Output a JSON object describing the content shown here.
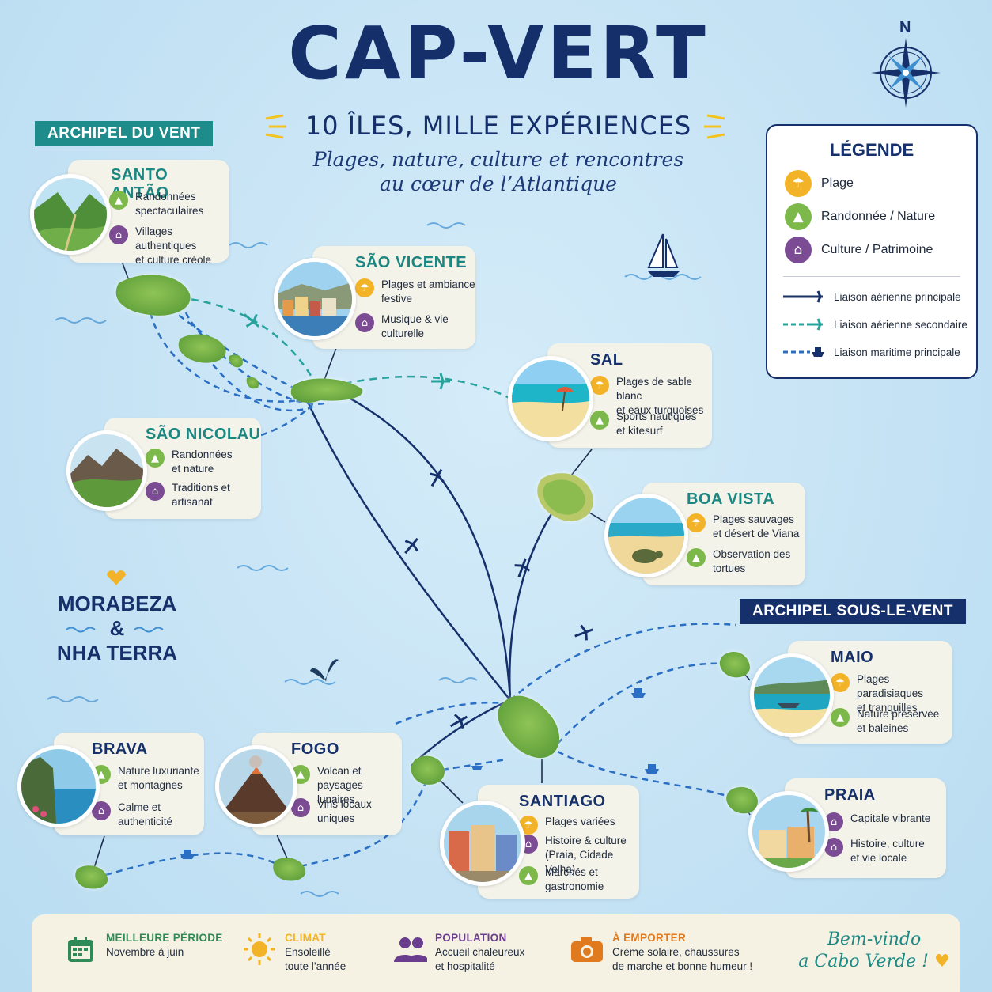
{
  "title": "CAP-VERT",
  "subtitle": "10 ÎLES, MILLE EXPÉRIENCES",
  "tagline": [
    "Plages, nature, culture et rencontres",
    "au cœur de l’Atlantique"
  ],
  "compass_label": "N",
  "archipelagos": {
    "vent": "ARCHIPEL DU VENT",
    "sotavento": "ARCHIPEL SOUS-LE-VENT"
  },
  "slogan": {
    "line1": "MORABEZA",
    "line2": "&",
    "line3": "NHA TERRA"
  },
  "legend": {
    "title": "LÉGENDE",
    "categories": [
      {
        "label": "Plage",
        "icon": "umbrella-icon",
        "color": "#f3b328"
      },
      {
        "label": "Randonnée / Nature",
        "icon": "mountain-icon",
        "color": "#7cb94a"
      },
      {
        "label": "Culture / Patrimoine",
        "icon": "museum-icon",
        "color": "#7b4c93"
      }
    ],
    "routes": [
      {
        "label": "Liaison aérienne principale",
        "style": "solid",
        "color": "#15306a",
        "icon": "plane-icon"
      },
      {
        "label": "Liaison aérienne secondaire",
        "style": "dashed",
        "color": "#26a39b",
        "icon": "plane-icon"
      },
      {
        "label": "Liaison maritime principale",
        "style": "dashed",
        "color": "#2a6fc4",
        "icon": "ferry-icon"
      }
    ]
  },
  "islands": [
    {
      "name": "SANTO ANTÃO",
      "features": [
        {
          "type": "hike",
          "text": "Randonnées\nspectaculaires"
        },
        {
          "type": "cult",
          "text": "Villages authentiques\net culture créole"
        }
      ]
    },
    {
      "name": "SÃO VICENTE",
      "features": [
        {
          "type": "beach",
          "text": "Plages et ambiance\nfestive"
        },
        {
          "type": "cult",
          "text": "Musique & vie\nculturelle"
        }
      ]
    },
    {
      "name": "SAL",
      "features": [
        {
          "type": "beach",
          "text": "Plages de sable blanc\net eaux turquoises"
        },
        {
          "type": "hike",
          "text": "Sports nautiques\net kitesurf"
        }
      ]
    },
    {
      "name": "SÃO NICOLAU",
      "features": [
        {
          "type": "hike",
          "text": "Randonnées\net nature"
        },
        {
          "type": "cult",
          "text": "Traditions et\nartisanat"
        }
      ]
    },
    {
      "name": "BOA VISTA",
      "features": [
        {
          "type": "beach",
          "text": "Plages sauvages\net désert de Viana"
        },
        {
          "type": "hike",
          "text": "Observation des\ntortues"
        }
      ]
    },
    {
      "name": "MAIO",
      "features": [
        {
          "type": "beach",
          "text": "Plages paradisiaques\net tranquilles"
        },
        {
          "type": "hike",
          "text": "Nature préservée\net baleines"
        }
      ]
    },
    {
      "name": "BRAVA",
      "features": [
        {
          "type": "hike",
          "text": "Nature luxuriante\net montagnes"
        },
        {
          "type": "cult",
          "text": "Calme et authenticité"
        }
      ]
    },
    {
      "name": "FOGO",
      "features": [
        {
          "type": "hike",
          "text": "Volcan et paysages\nlunaires"
        },
        {
          "type": "cult",
          "text": "Vins locaux\nuniques"
        }
      ]
    },
    {
      "name": "SANTIAGO",
      "features": [
        {
          "type": "beach",
          "text": "Plages variées"
        },
        {
          "type": "cult",
          "text": "Histoire & culture\n(Praia, Cidade Velha)"
        },
        {
          "type": "hike",
          "text": "Marchés et\ngastronomie"
        }
      ]
    },
    {
      "name": "PRAIA",
      "features": [
        {
          "type": "cult",
          "text": "Capitale vibrante"
        },
        {
          "type": "cult",
          "text": "Histoire, culture\net vie locale"
        }
      ]
    }
  ],
  "footer": [
    {
      "heading": "MEILLEURE PÉRIODE",
      "text": "Novembre à juin",
      "icon": "calendar-icon",
      "color": "#2e8b57"
    },
    {
      "heading": "CLIMAT",
      "text": "Ensoleillé\ntoute l’année",
      "icon": "sun-icon",
      "color": "#f3b328"
    },
    {
      "heading": "POPULATION",
      "text": "Accueil chaleureux\net hospitalité",
      "icon": "people-icon",
      "color": "#6a3d8f"
    },
    {
      "heading": "À EMPORTER",
      "text": "Crème solaire, chaussures\nde marche et bonne humeur !",
      "icon": "camera-icon",
      "color": "#e07a1f"
    }
  ],
  "welcome": [
    "Bem-vindo",
    "a Cabo Verde !"
  ]
}
